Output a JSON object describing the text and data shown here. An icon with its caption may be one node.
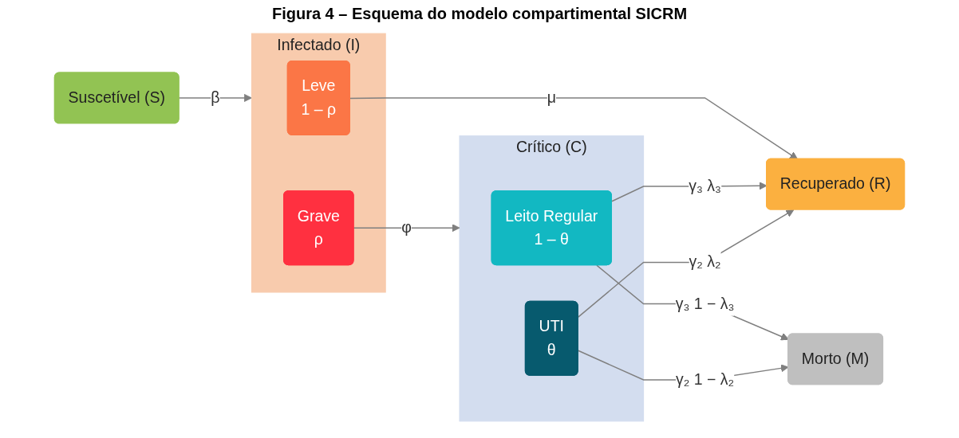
{
  "diagram": {
    "title": "Figura 4 – Esquema do modelo compartimental SICRM",
    "nodes": [
      {
        "text": [
          "Suscetível (S)"
        ]
      },
      {
        "text": [
          "Infectado (I)"
        ]
      },
      {
        "text": [
          "Leve",
          "1 – ρ"
        ],
        "in": 1
      },
      {
        "text": [
          "Grave",
          "ρ"
        ],
        "in": 1
      },
      {
        "text": [
          "Crítico (C)"
        ]
      },
      {
        "text": [
          "Leito Regular",
          "1 – θ"
        ],
        "in": 4
      },
      {
        "text": [
          "UTI",
          "θ"
        ],
        "in": 4
      },
      {
        "text": [
          "Recuperado (R)"
        ]
      },
      {
        "text": [
          "Morto (M)"
        ]
      }
    ],
    "edges": [
      {
        "from": 0,
        "to": 1,
        "arrow": "to",
        "label": "β"
      },
      {
        "from": 2,
        "to": 7,
        "arrow": "to",
        "label": "μ"
      },
      {
        "from": 3,
        "to": 4,
        "arrow": "to",
        "label": "φ"
      },
      {
        "from": 5,
        "to": 7,
        "arrow": "to",
        "label": "γ₃ λ₃"
      },
      {
        "from": 6,
        "to": 7,
        "arrow": "to",
        "label": "γ₂ λ₂"
      },
      {
        "from": 5,
        "to": 8,
        "arrow": "to",
        "label": "γ₃ 1 − λ₃"
      },
      {
        "from": 6,
        "to": 8,
        "arrow": "to",
        "label": "γ₂ 1 − λ₂"
      }
    ]
  }
}
